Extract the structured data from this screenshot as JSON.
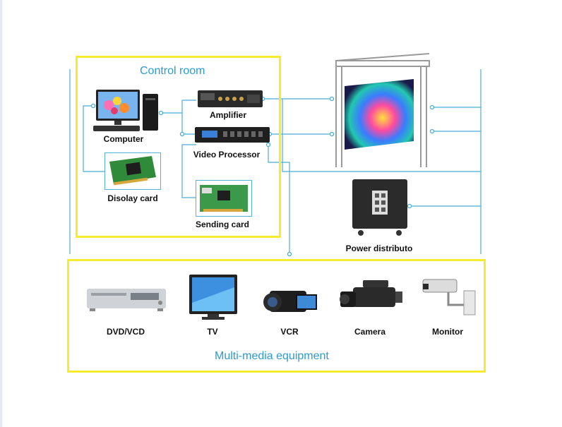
{
  "control_room": {
    "title": "Control room",
    "computer": "Computer",
    "amplifier": "Amplifier",
    "video_processor": "Video Processor",
    "display_card": "Disolay card",
    "sending_card": "Sending card"
  },
  "power": {
    "label": "Power distributo"
  },
  "multimedia": {
    "title": "Multi-media equipment",
    "items": [
      "DVD/VCD",
      "TV",
      "VCR",
      "Camera",
      "Monitor"
    ]
  },
  "colors": {
    "box_border": "#f5ec2e",
    "wire": "#4aaed6",
    "title": "#2a9bd4"
  }
}
